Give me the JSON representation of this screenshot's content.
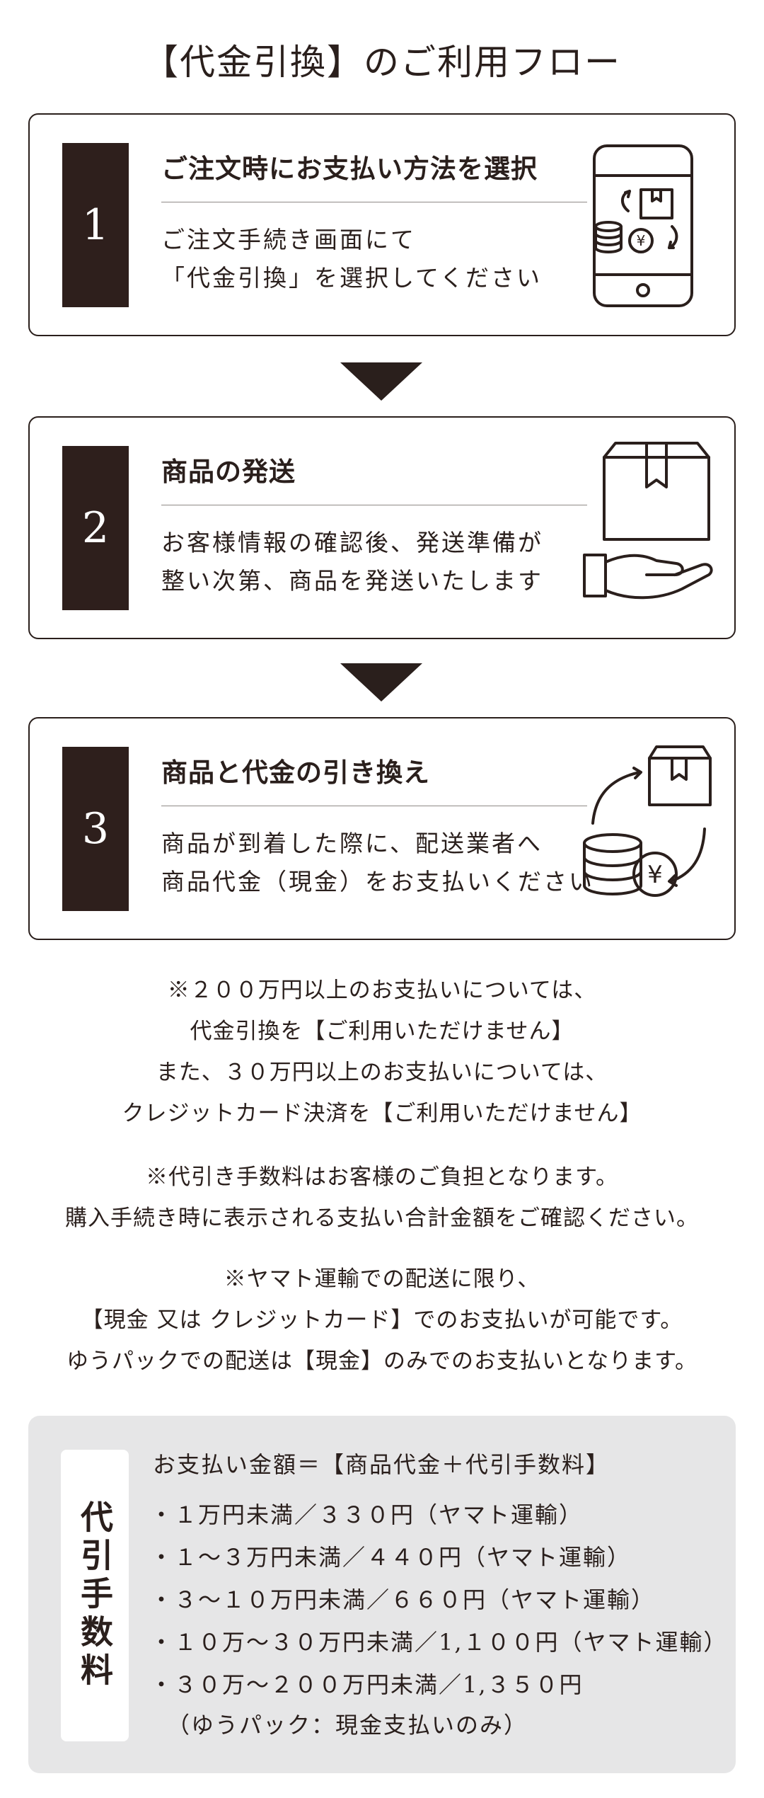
{
  "title": "【代金引換】のご利用フロー",
  "steps": [
    {
      "number": "1",
      "heading": "ご注文時にお支払い方法を選択",
      "desc_line1": "ご注文手続き画面にて",
      "desc_line2": "「代金引換」を選択してください",
      "icon": "smartphone-payment-icon",
      "icon_yen": "¥"
    },
    {
      "number": "2",
      "heading": "商品の発送",
      "desc_line1": "お客様情報の確認後、発送準備が",
      "desc_line2": "整い次第、商品を発送いたします",
      "icon": "box-hand-icon"
    },
    {
      "number": "3",
      "heading": "商品と代金の引き換え",
      "desc_line1": "商品が到着した際に、配送業者へ",
      "desc_line2": "商品代金（現金）をお支払いください",
      "icon": "box-coins-exchange-icon",
      "icon_yen": "¥"
    }
  ],
  "notes": [
    [
      "※２００万円以上のお支払いについては、",
      "代金引換を【ご利用いただけません】",
      "また、３０万円以上のお支払いについては、",
      "クレジットカード決済を【ご利用いただけません】"
    ],
    [
      "※代引き手数料はお客様のご負担となります。",
      "購入手続き時に表示される支払い合計金額をご確認ください。"
    ],
    [
      "※ヤマト運輸での配送に限り、",
      "【現金 又は クレジットカード】でのお支払いが可能です。",
      "ゆうパックでの配送は【現金】のみでのお支払いとなります。"
    ]
  ],
  "fees": {
    "label": "代引手数料",
    "formula": "お支払い金額＝【商品代金＋代引手数料】",
    "items": [
      "・１万円未満／３３０円（ヤマト運輸）",
      "・１〜３万円未満／４４０円（ヤマト運輸）",
      "・３〜１０万円未満／６６０円（ヤマト運輸）",
      "・１０万〜３０万円未満／1,１００円（ヤマト運輸）",
      "・３０万〜２００万円未満／1,３５０円"
    ],
    "note": "（ゆうパック：現金支払いのみ）"
  },
  "colors": {
    "dark": "#2e1f1c",
    "fee_bg": "#e6e6e7",
    "rule": "#8f8a87"
  }
}
